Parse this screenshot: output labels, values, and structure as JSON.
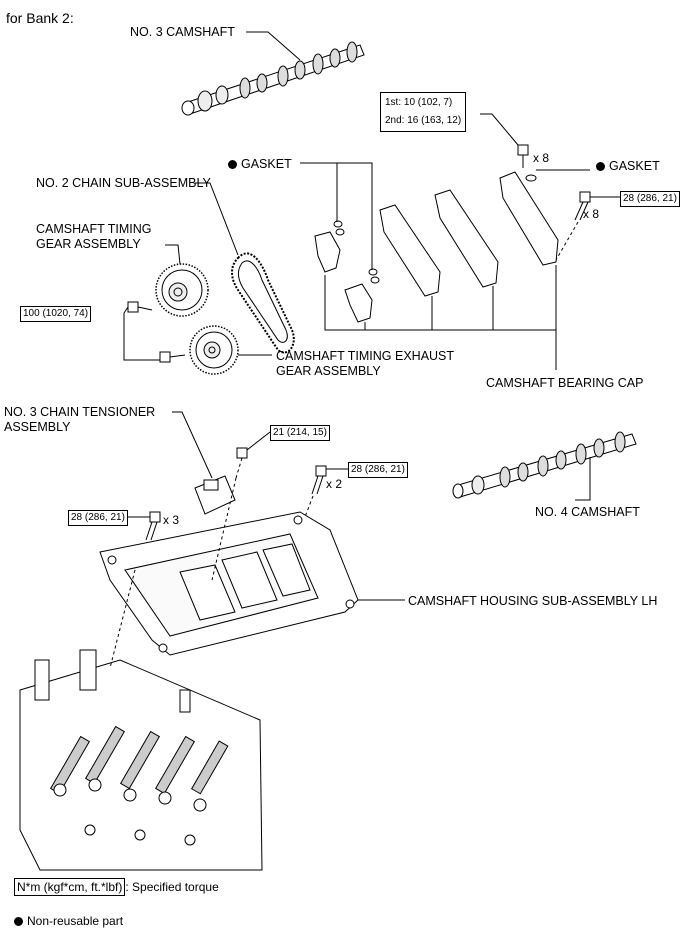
{
  "header": "for Bank 2:",
  "labels": {
    "no3_camshaft": "NO. 3 CAMSHAFT",
    "gasket_left": "GASKET",
    "gasket_right": "GASKET",
    "no2_chain": "NO. 2 CHAIN SUB-ASSEMBLY",
    "timing_gear_line1": "CAMSHAFT TIMING",
    "timing_gear_line2": "GEAR ASSEMBLY",
    "exhaust_gear_line1": "CAMSHAFT TIMING EXHAUST",
    "exhaust_gear_line2": "GEAR ASSEMBLY",
    "bearing_cap": "CAMSHAFT BEARING CAP",
    "tensioner_line1": "NO. 3 CHAIN TENSIONER",
    "tensioner_line2": "ASSEMBLY",
    "no4_camshaft": "NO. 4 CAMSHAFT",
    "housing": "CAMSHAFT HOUSING SUB-ASSEMBLY LH"
  },
  "torques": {
    "bearing_cap_1st": "1st: 10 (102, 7)",
    "bearing_cap_2nd": "2nd: 16 (163, 12)",
    "bearing_cap_right": "28 (286, 21)",
    "gear_bolt": "100 (1020, 74)",
    "tensioner_bolt": "21 (214, 15)",
    "housing_bolt_right": "28 (286, 21)",
    "housing_bolt_left": "28 (286, 21)"
  },
  "quantities": {
    "bearing_cap_top": "x 8",
    "bearing_cap_right": "x 8",
    "housing_right": "x 2",
    "housing_left": "x 3"
  },
  "legend": {
    "torque_unit": "N*m (kgf*cm, ft.*lbf)",
    "torque_text": ": Specified torque",
    "non_reusable": "Non-reusable part"
  }
}
